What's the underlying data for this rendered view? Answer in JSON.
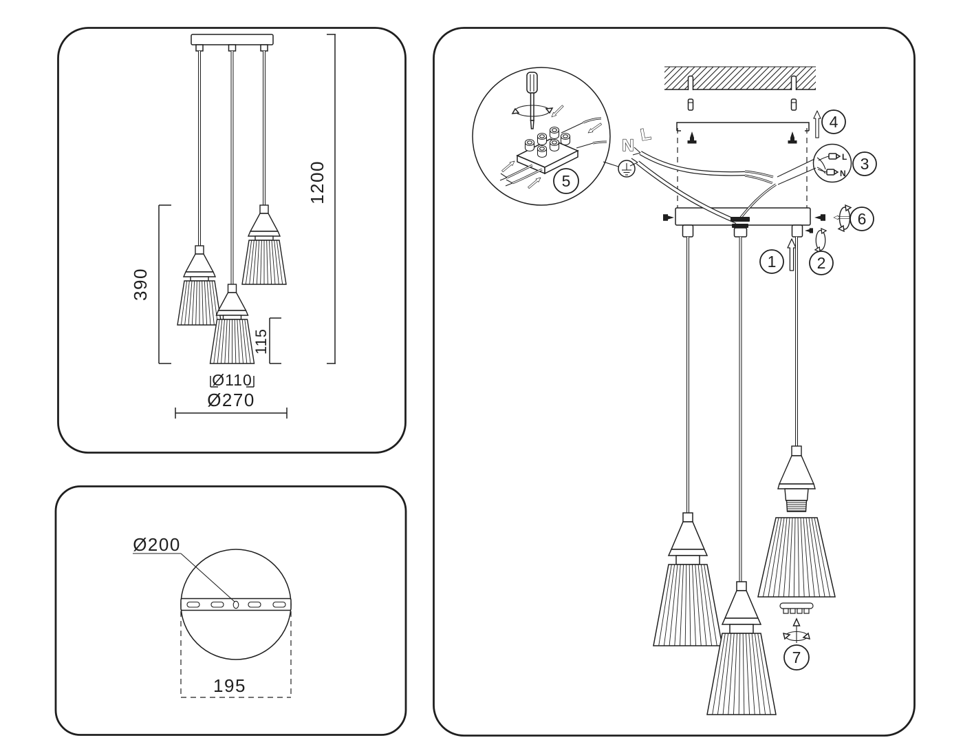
{
  "page": {
    "background": "#ffffff",
    "line_color": "#1f1f1f"
  },
  "front_view": {
    "dims": {
      "total_height": "1200",
      "pendant_drop": "390",
      "shade_height": "115",
      "shade_diameter": "Ø110",
      "fixture_spread": "Ø270"
    }
  },
  "top_view": {
    "dims": {
      "canopy_diameter": "Ø200",
      "bracket_length": "195"
    }
  },
  "installation": {
    "steps": [
      "1",
      "2",
      "3",
      "4",
      "5",
      "6",
      "7"
    ],
    "wiring": {
      "neutral": "N",
      "live": "L"
    },
    "connector_detail": {
      "live": "L",
      "neutral": "N"
    },
    "icons": {
      "ground": "earth-ground-symbol",
      "screw": "mounting-screw",
      "dowel": "wall-plug",
      "rotate": "rotate-arrow",
      "direction": "direction-arrow",
      "screwdriver": "screwdriver",
      "terminal_block": "terminal-block",
      "ceiling": "ceiling-hatch"
    }
  }
}
